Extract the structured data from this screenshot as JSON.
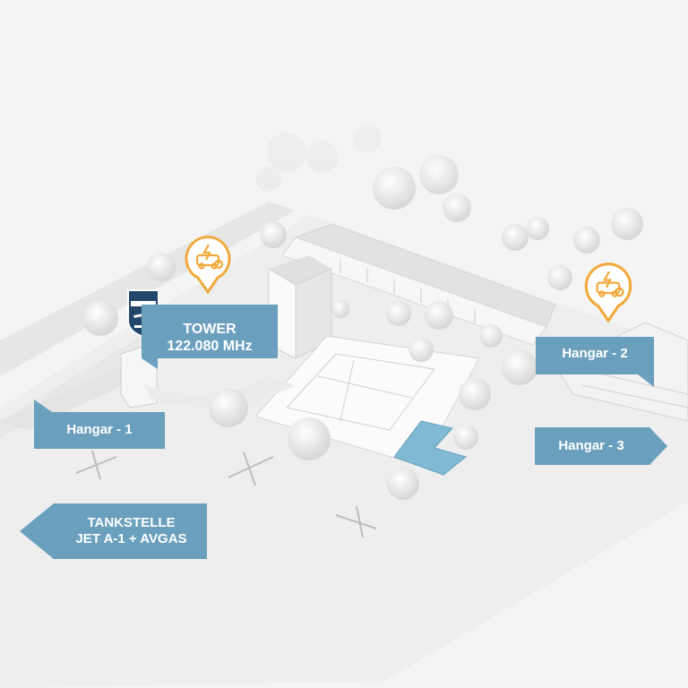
{
  "labels": {
    "tower_line1": "TOWER",
    "tower_line2": "122.080 MHz",
    "hangar1": "Hangar - 1",
    "hangar2": "Hangar - 2",
    "hangar3": "Hangar - 3",
    "tank_line1": "TANKSTELLE",
    "tank_line2": "JET A-1 + AVGAS"
  },
  "icons": {
    "charging_pin": "ev-charging-icon",
    "logo": "airport-logo-shield"
  },
  "colors": {
    "label_bg": "#6a9fbd",
    "pin": "#f2a93b",
    "pool": "#7fb9d4",
    "scene_bg": "#f4f4f4"
  }
}
